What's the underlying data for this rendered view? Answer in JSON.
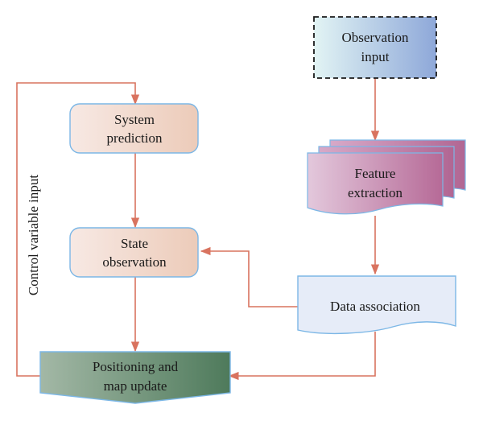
{
  "diagram": {
    "nodes": {
      "observation_input": {
        "line1": "Observation",
        "line2": "input"
      },
      "system_prediction": {
        "line1": "System",
        "line2": "prediction"
      },
      "feature_extraction": {
        "line1": "Feature",
        "line2": "extraction"
      },
      "state_observation": {
        "line1": "State",
        "line2": "observation"
      },
      "data_association": {
        "line1": "Data association"
      },
      "positioning_map_update": {
        "line1": "Positioning and",
        "line2": "map update"
      }
    },
    "side_label": "Control variable input",
    "colors": {
      "arrow": "#d9735f",
      "process_fill_light": "#f6e4df",
      "process_fill_dark": "#eccdbd",
      "process_stroke": "#7cb7e6",
      "input_fill_light": "#dff2f4",
      "input_fill_dark": "#8fa9d8",
      "feature_fill_light": "#e1c3d9",
      "feature_fill_dark": "#b86c98",
      "data_fill": "#e6ecf8",
      "positioning_fill_light": "#9ab19f",
      "positioning_fill_dark": "#4f7a5c"
    }
  }
}
